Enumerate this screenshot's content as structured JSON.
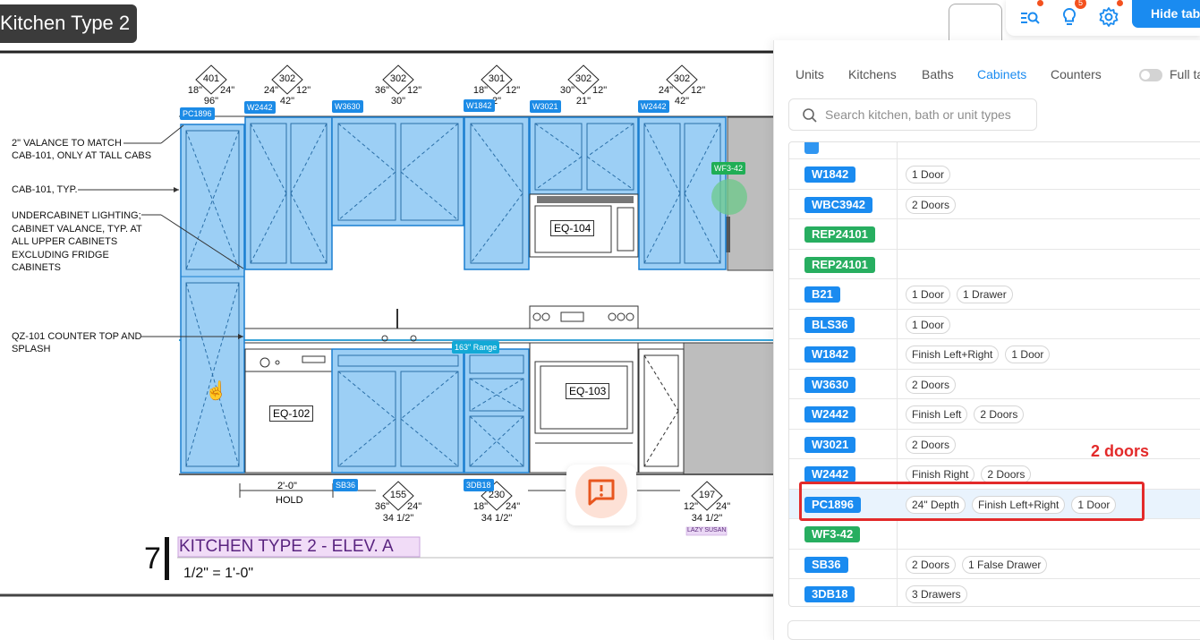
{
  "page_title": "Kitchen Type 2",
  "toolbar": {
    "icons": [
      "search-list-icon",
      "lightbulb-icon",
      "gear-icon"
    ],
    "lightbulb_badge": "5",
    "hide_button": "Hide tab"
  },
  "drawing": {
    "notes": {
      "valance_1": "2\" VALANCE TO MATCH",
      "valance_2": "CAB-101, ONLY AT TALL CABS",
      "cab_typ": "CAB-101, TYP.",
      "light_1": "UNDERCABINET LIGHTING;",
      "light_2": "CABINET VALANCE, TYP. AT",
      "light_3": "ALL UPPER CABINETS",
      "light_4": "EXCLUDING FRIDGE",
      "light_5": "CABINETS",
      "counter_1": "QZ-101 COUNTER TOP AND",
      "counter_2": "SPLASH"
    },
    "top_markers": [
      {
        "num": "401",
        "l": "18\"",
        "r": "24\"",
        "w": "96\""
      },
      {
        "num": "302",
        "l": "24\"",
        "r": "12\"",
        "w": "42\""
      },
      {
        "num": "302",
        "l": "36\"",
        "r": "12\"",
        "w": "30\""
      },
      {
        "num": "301",
        "l": "18\"",
        "r": "12\"",
        "w": "2\""
      },
      {
        "num": "302",
        "l": "30\"",
        "r": "12\"",
        "w": "21\""
      },
      {
        "num": "302",
        "l": "24\"",
        "r": "12\"",
        "w": "42\""
      }
    ],
    "bottom_markers": [
      {
        "num": "155",
        "l": "36\"",
        "r": "24\"",
        "w": "34 1/2\""
      },
      {
        "num": "230",
        "l": "18\"",
        "r": "24\"",
        "w": "34 1/2\""
      },
      {
        "num": "197",
        "l": "12\"",
        "r": "24\"",
        "w": "34 1/2\""
      }
    ],
    "tags": {
      "pc1896": "PC1896",
      "w2442_a": "W2442",
      "w3630": "W3630",
      "w1842": "W1842",
      "w3021": "W3021",
      "w2442_b": "W2442",
      "wf3": "WF3-42",
      "range": "163\" Range",
      "sb36": "SB36",
      "db18": "3DB18"
    },
    "equipment": {
      "eq104": "EQ-104",
      "eq102": "EQ-102",
      "eq103": "EQ-103"
    },
    "hold_dim": "2'-0\"",
    "hold_label": "HOLD",
    "lazy_susan": "LAZY SUSAN",
    "sheet_number": "7",
    "elevation_title": "KITCHEN TYPE 2 - ELEV. A",
    "scale": "1/2\" = 1'-0\""
  },
  "panel": {
    "tabs": [
      {
        "label": "Units",
        "active": false
      },
      {
        "label": "Kitchens",
        "active": false
      },
      {
        "label": "Baths",
        "active": false
      },
      {
        "label": "Cabinets",
        "active": true
      },
      {
        "label": "Counters",
        "active": false
      }
    ],
    "toggle_label": "Full ta",
    "toggle_on": false,
    "search_placeholder": "Search kitchen, bath or unit types",
    "rows": [
      {
        "code": "W1842",
        "color": "blue",
        "chips": [
          "1 Door"
        ]
      },
      {
        "code": "WBC3942",
        "color": "blue",
        "chips": [
          "2 Doors"
        ]
      },
      {
        "code": "REP24101",
        "color": "green",
        "chips": []
      },
      {
        "code": "REP24101",
        "color": "green",
        "chips": []
      },
      {
        "code": "B21",
        "color": "blue",
        "chips": [
          "1 Door",
          "1 Drawer"
        ]
      },
      {
        "code": "BLS36",
        "color": "blue",
        "chips": [
          "1 Door"
        ]
      },
      {
        "code": "W1842",
        "color": "blue",
        "chips": [
          "Finish Left+Right",
          "1 Door"
        ]
      },
      {
        "code": "W3630",
        "color": "blue",
        "chips": [
          "2 Doors"
        ]
      },
      {
        "code": "W2442",
        "color": "blue",
        "chips": [
          "Finish Left",
          "2 Doors"
        ]
      },
      {
        "code": "W3021",
        "color": "blue",
        "chips": [
          "2 Doors"
        ]
      },
      {
        "code": "W2442",
        "color": "blue",
        "chips": [
          "Finish Right",
          "2 Doors"
        ]
      },
      {
        "code": "PC1896",
        "color": "blue",
        "chips": [
          "24\" Depth",
          "Finish Left+Right",
          "1 Door"
        ],
        "selected": true
      },
      {
        "code": "WF3-42",
        "color": "green",
        "chips": []
      },
      {
        "code": "SB36",
        "color": "blue",
        "chips": [
          "2 Doors",
          "1 False Drawer"
        ]
      },
      {
        "code": "3DB18",
        "color": "blue",
        "chips": [
          "3 Drawers"
        ]
      }
    ]
  },
  "annotation": {
    "text": "2 doors",
    "color": "#e32a2a"
  }
}
